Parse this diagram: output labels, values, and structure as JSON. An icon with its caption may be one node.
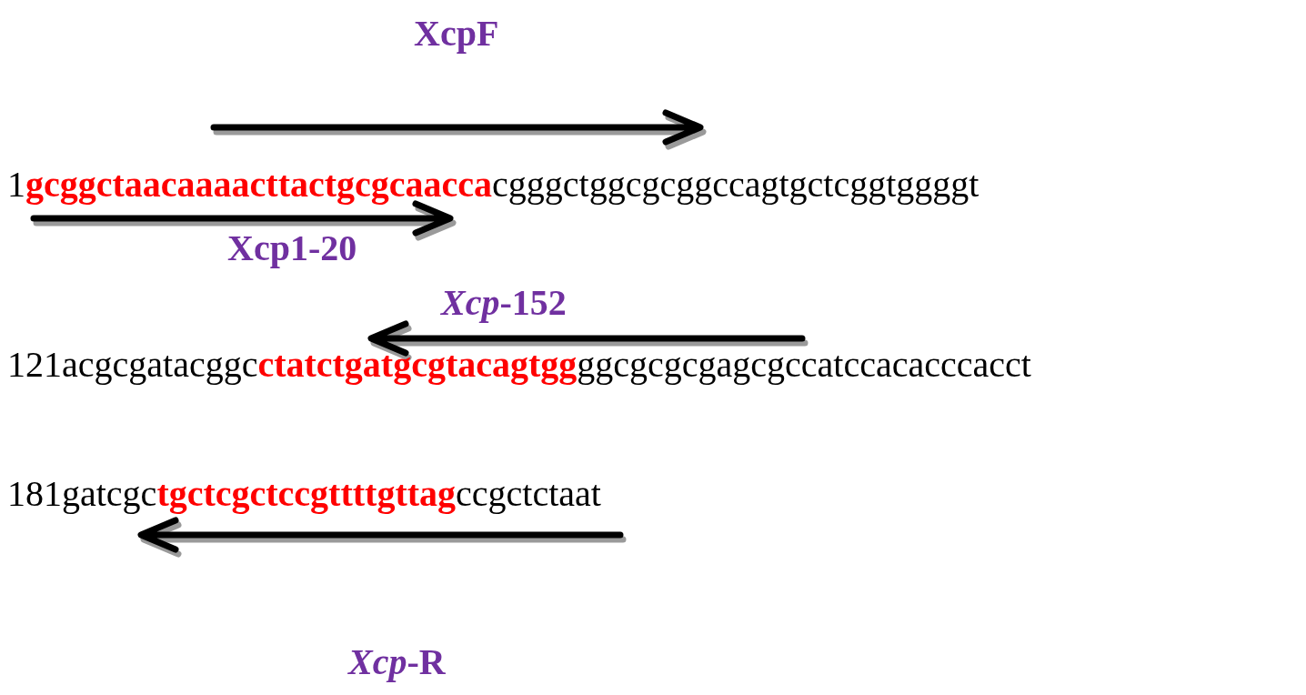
{
  "diagram": {
    "labels": [
      "XcpF",
      "1**gcggctaacaaaacttactgcgcaacca**cgggctggcgcggccagtgctcggtggggt",
      "Xcp1-20",
      "*Xcp*-152",
      "121acgcgatacggc**ctatctgatgcgtacagtgg**ggcgcgcgagcgccatccacacccacct",
      "181gatcgc**tgctcgctccgttttgttag**ccgctctaat",
      "*Xcp*-R"
    ]
  }
}
